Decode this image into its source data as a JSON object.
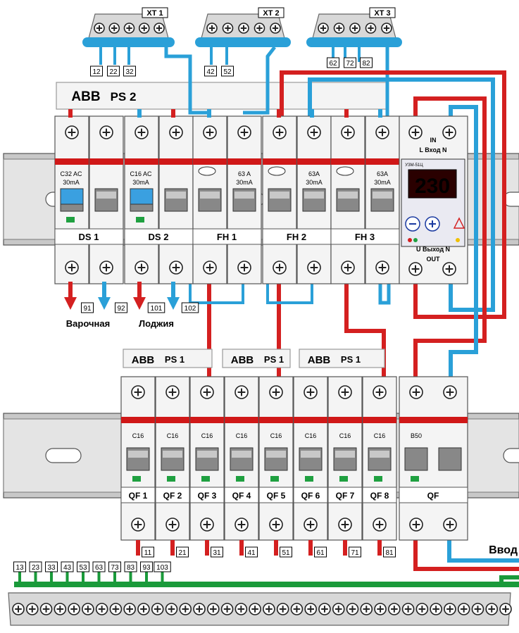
{
  "colors": {
    "red": "#d42020",
    "blue": "#2aa0d8",
    "green": "#1a9a3a",
    "rail": "#c8c8c8",
    "device": "#f4f4f4"
  },
  "terminal_blocks": [
    {
      "id": "xt1",
      "name": "XT 1",
      "labels": [
        "12",
        "22",
        "32"
      ]
    },
    {
      "id": "xt2",
      "name": "XT 2",
      "labels": [
        "42",
        "52"
      ]
    },
    {
      "id": "xt3",
      "name": "XT 3",
      "labels": [
        "62",
        "72",
        "82"
      ]
    }
  ],
  "busbars": {
    "ps2": "PS 2",
    "ps1": "PS 1",
    "brand": "ABB"
  },
  "top_devices": [
    {
      "id": "ds1",
      "label": "DS 1",
      "rating": "C32 AC",
      "current": "30mA",
      "type": "rcbo"
    },
    {
      "id": "ds2",
      "label": "DS 2",
      "rating": "C16 AC",
      "current": "30mA",
      "type": "rcbo"
    },
    {
      "id": "fh1",
      "label": "FH 1",
      "rating": "63 A",
      "current": "30mA",
      "type": "rcd"
    },
    {
      "id": "fh2",
      "label": "FH 2",
      "rating": "63A",
      "current": "30mA",
      "type": "rcd"
    },
    {
      "id": "fh3",
      "label": "FH 3",
      "rating": "63A",
      "current": "30mA",
      "type": "rcd"
    }
  ],
  "relay": {
    "display": "230",
    "in_label": "IN",
    "in_terminals": "L  Вход  N",
    "out_label": "OUT",
    "out_terminals": "U  Выход  N",
    "model": "УЗМ-51Ц"
  },
  "outputs_top": [
    {
      "num": "91",
      "color": "red"
    },
    {
      "num": "92",
      "color": "blue"
    },
    {
      "num": "101",
      "color": "red"
    },
    {
      "num": "102",
      "color": "blue"
    }
  ],
  "output_names": [
    "Варочная",
    "Лоджия"
  ],
  "bottom_breakers": [
    {
      "label": "QF 1",
      "rating": "C16",
      "out": "11"
    },
    {
      "label": "QF 2",
      "rating": "C16",
      "out": "21"
    },
    {
      "label": "QF 3",
      "rating": "C16",
      "out": "31"
    },
    {
      "label": "QF 4",
      "rating": "C16",
      "out": "41"
    },
    {
      "label": "QF 5",
      "rating": "C16",
      "out": "51"
    },
    {
      "label": "QF 6",
      "rating": "C16",
      "out": "61"
    },
    {
      "label": "QF 7",
      "rating": "C16",
      "out": "71"
    },
    {
      "label": "QF 8",
      "rating": "C16",
      "out": "81"
    }
  ],
  "main_breaker": {
    "label": "QF",
    "rating": "B50"
  },
  "input_label": "Ввод",
  "pe_labels": [
    "13",
    "23",
    "33",
    "43",
    "53",
    "63",
    "73",
    "83",
    "93",
    "103"
  ],
  "pe_screw_count": 36
}
